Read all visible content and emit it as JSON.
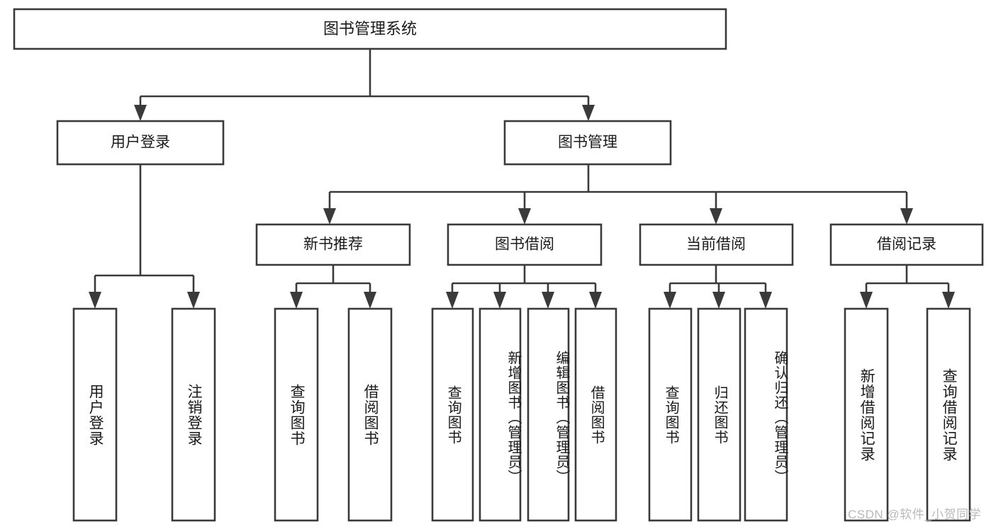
{
  "diagram": {
    "type": "tree-hierarchy",
    "title": "图书管理系统",
    "root": {
      "label": "图书管理系统"
    },
    "level2": [
      {
        "label": "用户登录"
      },
      {
        "label": "图书管理"
      }
    ],
    "level3": [
      {
        "label": "新书推荐"
      },
      {
        "label": "图书借阅"
      },
      {
        "label": "当前借阅"
      },
      {
        "label": "借阅记录"
      }
    ],
    "leaves": {
      "user_login": [
        {
          "label": "用户登录"
        },
        {
          "label": "注销登录"
        }
      ],
      "new_book_recommend": [
        {
          "label": "查询图书"
        },
        {
          "label": "借阅图书"
        }
      ],
      "book_borrow": [
        {
          "label": "查询图书"
        },
        {
          "label": "新增图书（管理员）"
        },
        {
          "label": "编辑图书（管理员）"
        },
        {
          "label": "借阅图书"
        }
      ],
      "current_borrow": [
        {
          "label": "查询图书"
        },
        {
          "label": "归还图书"
        },
        {
          "label": "确认归还（管理员）"
        }
      ],
      "borrow_record": [
        {
          "label": "新增借阅记录"
        },
        {
          "label": "查询借阅记录"
        }
      ]
    },
    "colors": {
      "box_stroke": "#3a3a3a",
      "box_fill": "#ffffff",
      "text": "#1a1a1a",
      "watermark": "#b9b9b9",
      "background": "#ffffff"
    }
  },
  "watermark": {
    "text": "CSDN @软件_小贺同学"
  }
}
